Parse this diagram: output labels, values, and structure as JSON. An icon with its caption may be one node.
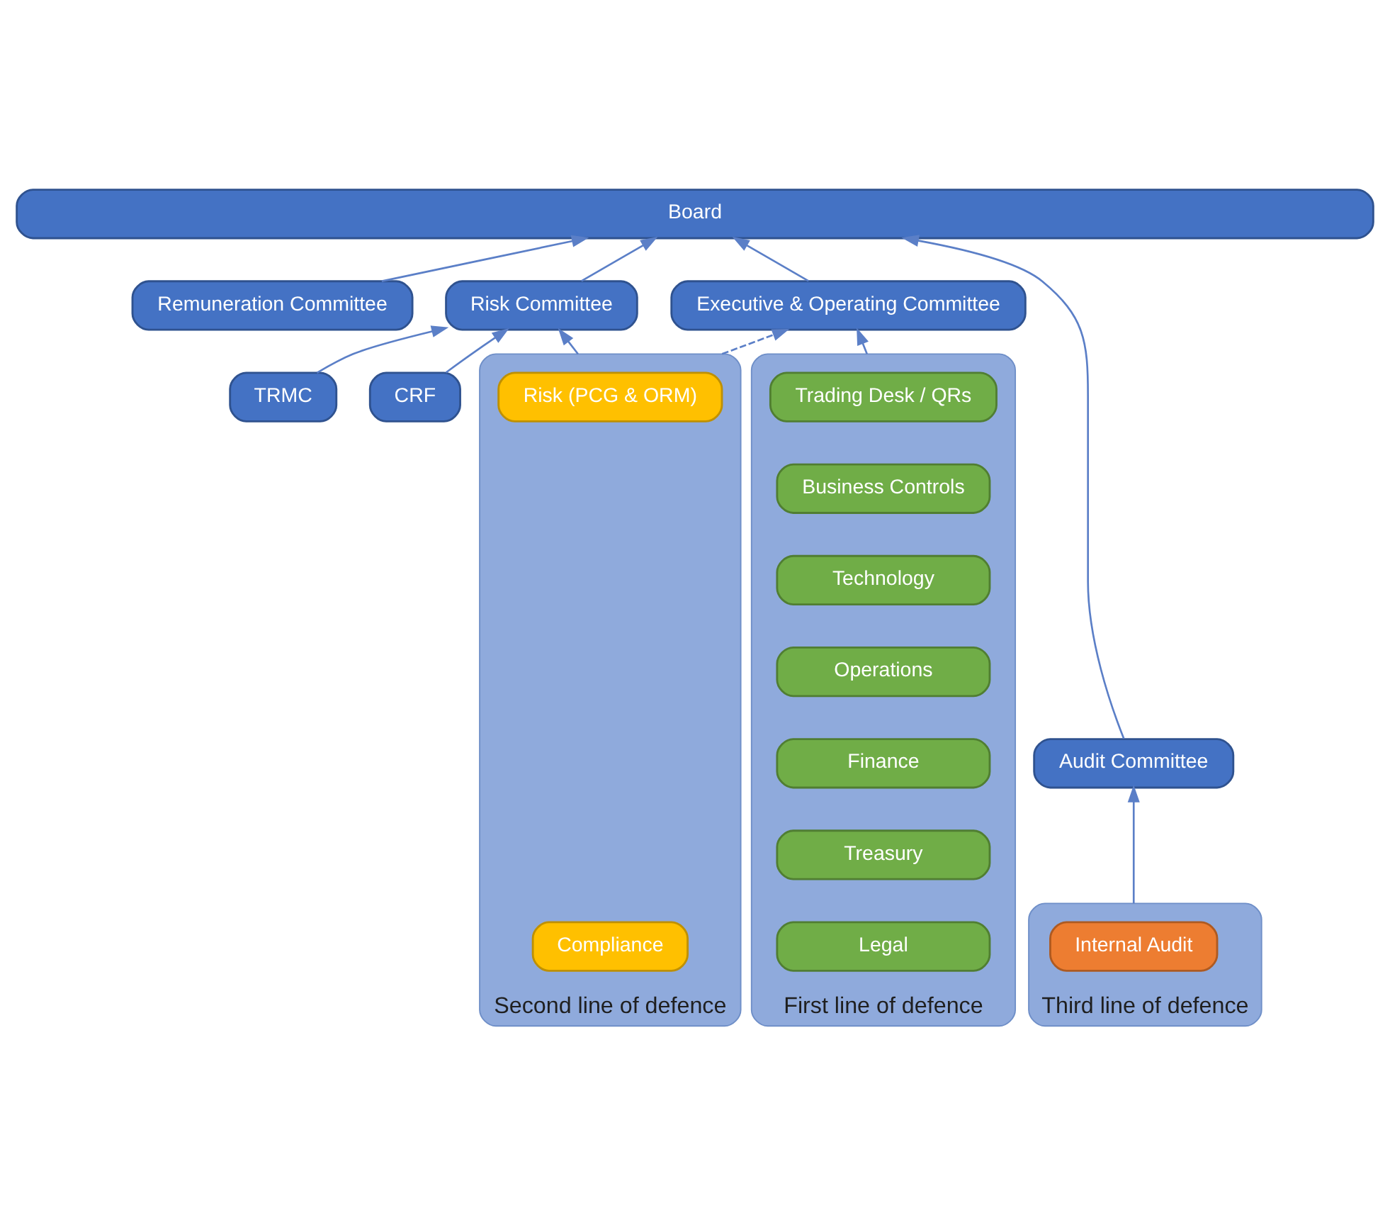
{
  "diagram": {
    "nodes": [
      {
        "text": [
          "Board"
        ]
      },
      {
        "text": [
          "Remuneration Committee"
        ]
      },
      {
        "text": [
          "Risk Committee"
        ]
      },
      {
        "text": [
          "Audit Committee"
        ]
      },
      {
        "text": [
          "Executive & Operating Committee"
        ]
      },
      {
        "text": [
          "CRF"
        ]
      },
      {
        "text": [
          "TRMC"
        ]
      },
      {
        "text": [
          "First line of defence"
        ]
      },
      {
        "text": [
          "Trading Desk / QRs"
        ],
        "in": 7
      },
      {
        "text": [
          "Business Controls"
        ],
        "in": 7
      },
      {
        "text": [
          "Technology"
        ],
        "in": 7
      },
      {
        "text": [
          "Operations"
        ],
        "in": 7
      },
      {
        "text": [
          "Finance"
        ],
        "in": 7
      },
      {
        "text": [
          "Treasury"
        ],
        "in": 7
      },
      {
        "text": [
          "Legal"
        ],
        "in": 7
      },
      {
        "text": [
          "Second line of defence"
        ]
      },
      {
        "text": [
          "Risk (PCG & ORM)"
        ],
        "in": 15
      },
      {
        "text": [
          "Compliance"
        ],
        "in": 15
      },
      {
        "text": [
          "Third line of defence"
        ]
      },
      {
        "text": [
          "Internal Audit"
        ],
        "in": 18
      }
    ],
    "edges": [
      {
        "from": 4,
        "to": 0,
        "arrow": "to"
      },
      {
        "from": 1,
        "to": 0,
        "arrow": "to"
      },
      {
        "from": 2,
        "to": 0,
        "arrow": "to"
      },
      {
        "from": 3,
        "to": 0,
        "arrow": "to"
      },
      {
        "from": 5,
        "to": 2,
        "arrow": "to"
      },
      {
        "from": 6,
        "to": 2,
        "arrow": "to"
      },
      {
        "from": 7,
        "to": 4,
        "arrow": "to"
      },
      {
        "from": 15,
        "to": 2,
        "arrow": "to"
      },
      {
        "from": 15,
        "to": 4,
        "arrow": "to",
        "style": "dashed"
      },
      {
        "from": 18,
        "to": 3,
        "arrow": "to"
      }
    ]
  }
}
